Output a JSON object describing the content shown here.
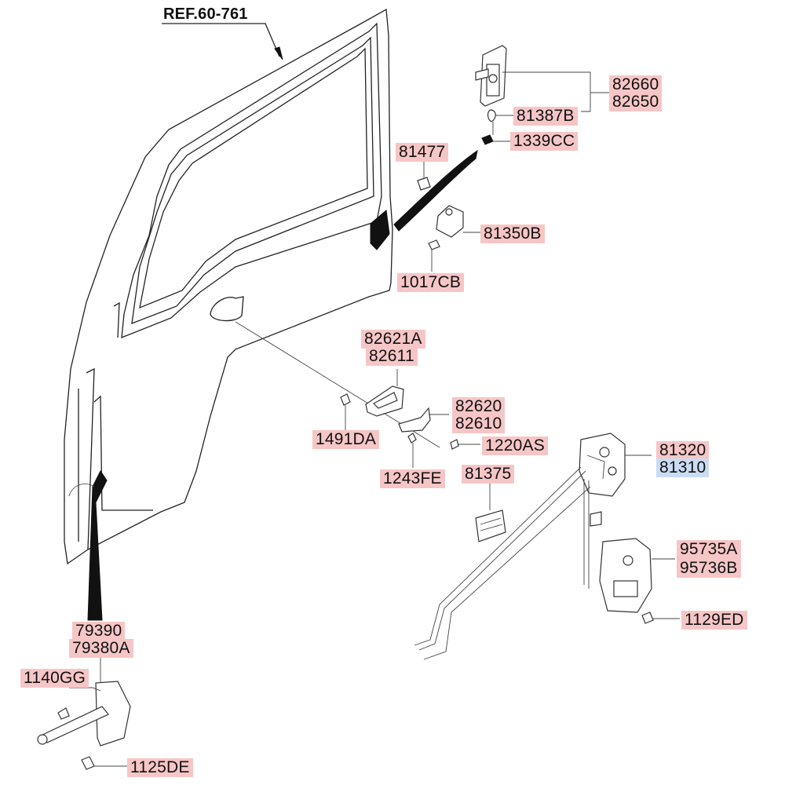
{
  "reference": "REF.60-761",
  "labels": {
    "l82660": "82660",
    "l82650": "82650",
    "l81387B": "81387B",
    "l1339CC": "1339CC",
    "l81477": "81477",
    "l81350B": "81350B",
    "l1017CB": "1017CB",
    "l82621A": "82621A",
    "l82611": "82611",
    "l82620": "82620",
    "l82610": "82610",
    "l1491DA": "1491DA",
    "l1220AS": "1220AS",
    "l1243FE": "1243FE",
    "l81375": "81375",
    "l81320": "81320",
    "l81310": "81310",
    "l95735A": "95735A",
    "l95736B": "95736B",
    "l1129ED": "1129ED",
    "l79390": "79390",
    "l79380A": "79380A",
    "l1140GG": "1140GG",
    "l1125DE": "1125DE"
  },
  "colors": {
    "label_highlight": "#f6c6c6",
    "selected_highlight": "#c9dcf3"
  }
}
